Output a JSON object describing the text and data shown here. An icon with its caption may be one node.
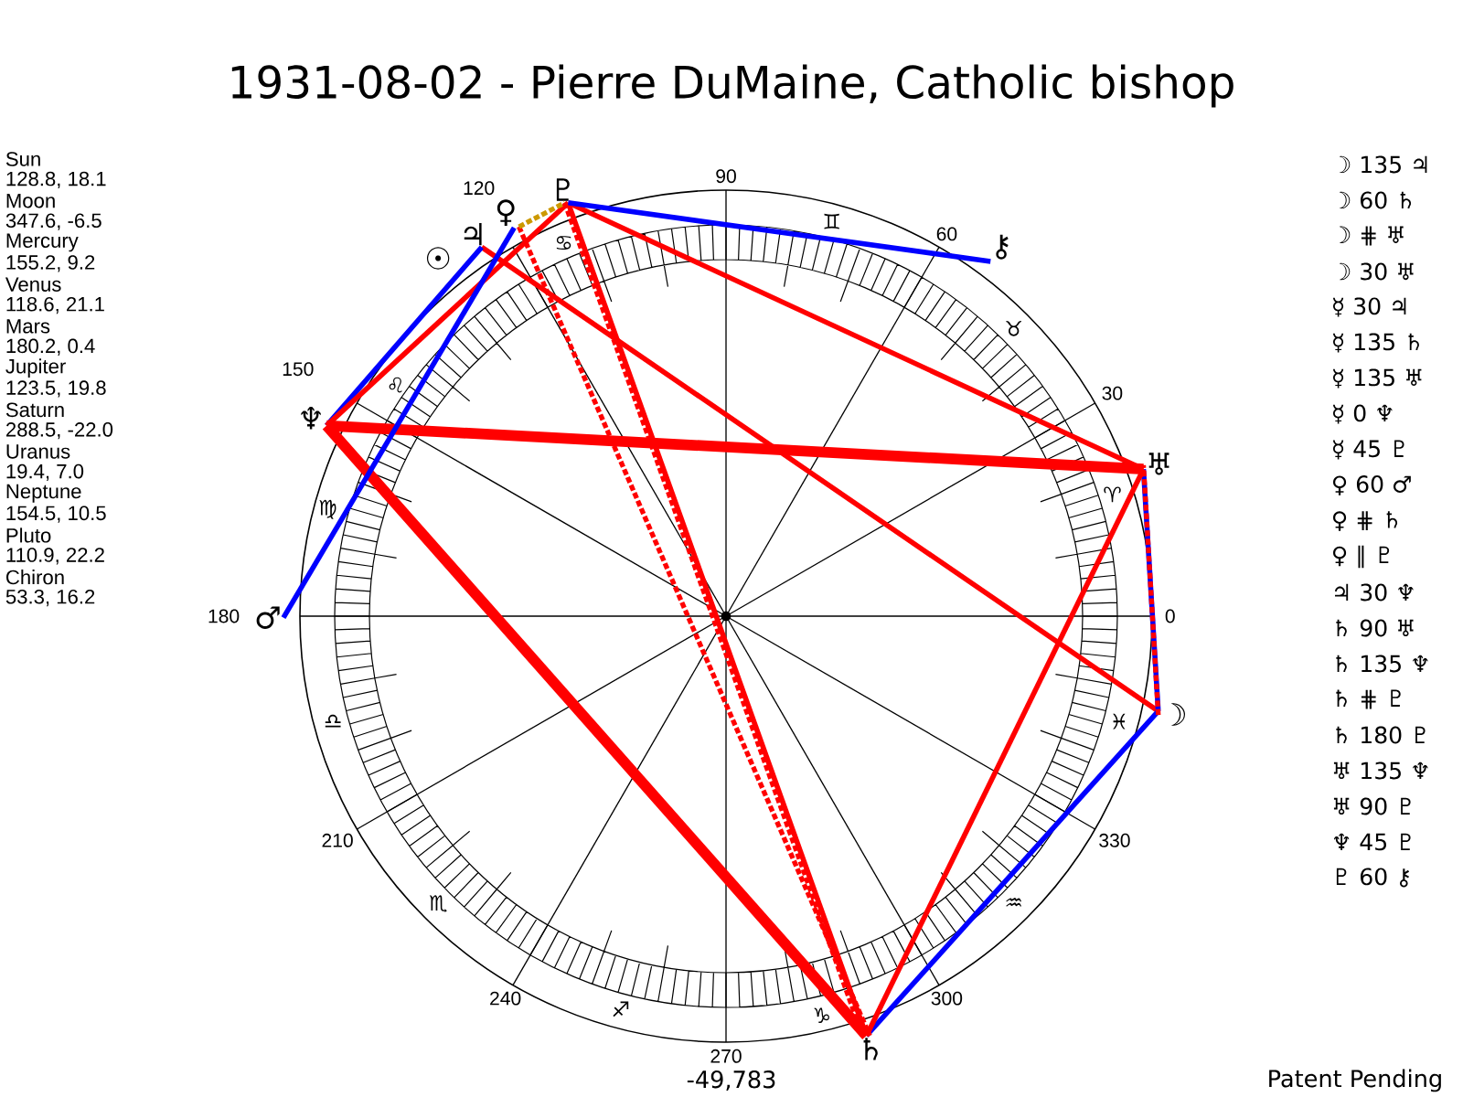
{
  "diagram": {
    "title": "1931-08-02 - Pierre DuMaine, Catholic bishop",
    "nodes": [
      {
        "text": [
          "♇"
        ]
      },
      {
        "text": [
          "♀"
        ]
      },
      {
        "text": [
          "♃"
        ]
      },
      {
        "text": [
          "⚷"
        ]
      },
      {
        "text": [
          "♆"
        ]
      },
      {
        "text": [
          "♅"
        ]
      },
      {
        "text": [
          "♂"
        ]
      },
      {
        "text": [
          "☽"
        ]
      },
      {
        "text": [
          "♄"
        ]
      }
    ],
    "edges": [
      {
        "from": 2,
        "to": 7,
        "arrow": "none"
      },
      {
        "from": 7,
        "to": 8,
        "arrow": "none",
        "color": "#0000ff"
      },
      {
        "from": 7,
        "to": 5,
        "arrow": "none",
        "color": "#0000ff"
      },
      {
        "from": 7,
        "to": 5,
        "arrow": "none",
        "style": "dashed"
      },
      {
        "from": 4,
        "to": 2,
        "arrow": "none",
        "color": "#0000ff"
      },
      {
        "from": 4,
        "to": 8,
        "arrow": "none",
        "style": "thick"
      },
      {
        "from": 4,
        "to": 5,
        "arrow": "none",
        "style": "thick"
      },
      {
        "from": 4,
        "to": 0,
        "arrow": "none"
      },
      {
        "from": 1,
        "to": 6,
        "arrow": "none",
        "color": "#0000ff"
      },
      {
        "from": 1,
        "to": 8,
        "arrow": "none",
        "style": "dashed"
      },
      {
        "from": 1,
        "to": 0,
        "arrow": "none",
        "style": "dashed",
        "color": "#cc9900"
      },
      {
        "from": 8,
        "to": 5,
        "arrow": "none"
      },
      {
        "from": 8,
        "to": 0,
        "arrow": "none"
      },
      {
        "from": 8,
        "to": 0,
        "arrow": "none",
        "style": "dashed"
      },
      {
        "from": 5,
        "to": 0,
        "arrow": "none"
      },
      {
        "from": 0,
        "to": 3,
        "arrow": "none",
        "color": "#0000ff"
      }
    ],
    "labels": [
      "Sun",
      "128.8, 18.1",
      "Moon",
      "347.6, -6.5",
      "Mercury",
      "155.2, 9.2",
      "Venus",
      "118.6, 21.1",
      "Mars",
      "180.2, 0.4",
      "Jupiter",
      "123.5, 19.8",
      "Saturn",
      "288.5, -22.0",
      "Uranus",
      "19.4, 7.0",
      "Neptune",
      "154.5, 10.5",
      "Pluto",
      "110.9, 22.2",
      "Chiron",
      "53.3, 16.2",
      "90",
      "120",
      "♋",
      "♊",
      "60",
      "☉",
      "♌",
      "♉",
      "150",
      "30",
      "♍",
      "♈",
      "180",
      "0",
      "♎",
      "♓",
      "210",
      "330",
      "♏",
      "♒",
      "240",
      "♐",
      "♑",
      "300",
      "270",
      "☽ 135 ♃",
      "☽ 60 ♄",
      "☽ ⋕ ♅",
      "☽ 30 ♅",
      "☿ 30 ♃",
      "☿ 135 ♄",
      "☿ 135 ♅",
      "☿ 0 ♆",
      "☿ 45 ♇",
      "♀ 60 ♂",
      "♀ ⋕ ♄",
      "♀ ∥ ♇",
      "♃ 30 ♆",
      "♄ 90 ♅",
      "♄ 135 ♆",
      "♄ ⋕ ♇",
      "♄ 180 ♇",
      "♅ 135 ♆",
      "♅ 90 ♇",
      "♆ 45 ♇",
      "♇ 60 ⚷",
      "-49,783",
      "Patent Pending"
    ]
  }
}
